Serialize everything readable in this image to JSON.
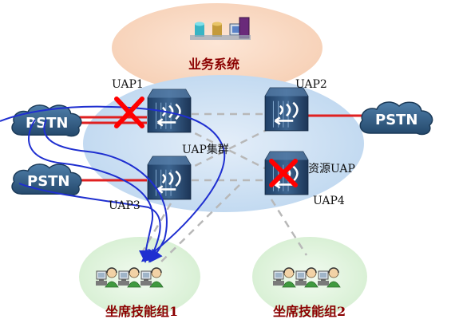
{
  "labels": {
    "business_system": "业务系统",
    "uap1": "UAP1",
    "uap2": "UAP2",
    "uap3": "UAP3",
    "uap4": "UAP4",
    "uap_cluster": "UAP集群",
    "resource_uap": "资源UAP",
    "skill_group_1": "坐席技能组1",
    "skill_group_2": "坐席技能组2",
    "pstn_left_top": "PSTN",
    "pstn_left_bottom": "PSTN",
    "pstn_right": "PSTN"
  },
  "failures": [
    "UAP1",
    "UAP4"
  ],
  "colors": {
    "business_ellipse": "#f8dcc8",
    "cluster_ellipse": "#c8def2",
    "skill_ellipse": "#dff3dc",
    "pstn_cloud": "#2f5d86",
    "red_link": "#e02020",
    "blue_route": "#1f2fd0",
    "dashed_link": "#b8b8b8",
    "failure_x": "#ff0000",
    "label_red": "#8b0000"
  },
  "icons": [
    "database-icon",
    "server-icon",
    "pstn-cloud-icon",
    "switch-icon",
    "agent-icon",
    "failure-x-icon"
  ]
}
